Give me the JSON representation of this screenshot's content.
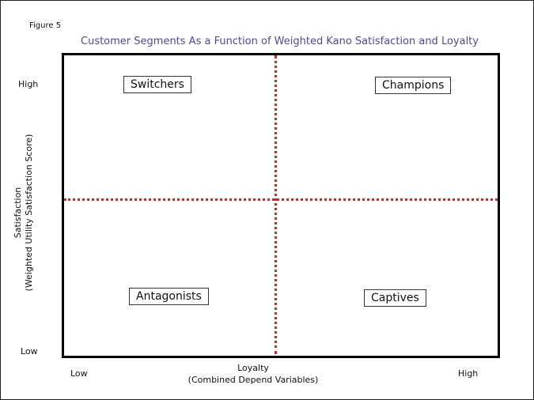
{
  "figure_label": "Figure 5",
  "title": "Customer Segments As a Function of Weighted Kano Satisfaction and Loyalty",
  "y_axis": {
    "title_line1": "Satisfaction",
    "title_line2": "(Weighted Utility Satisfaction Score)",
    "high": "High",
    "low": "Low"
  },
  "x_axis": {
    "title_line1": "Loyalty",
    "title_line2": "(Combined Depend Variables)",
    "low": "Low",
    "high": "High"
  },
  "quadrants": {
    "top_left": "Switchers",
    "top_right": "Champions",
    "bottom_left": "Antagonists",
    "bottom_right": "Captives"
  },
  "colors": {
    "title": "#4a4a9a",
    "divider": "#e02020"
  }
}
